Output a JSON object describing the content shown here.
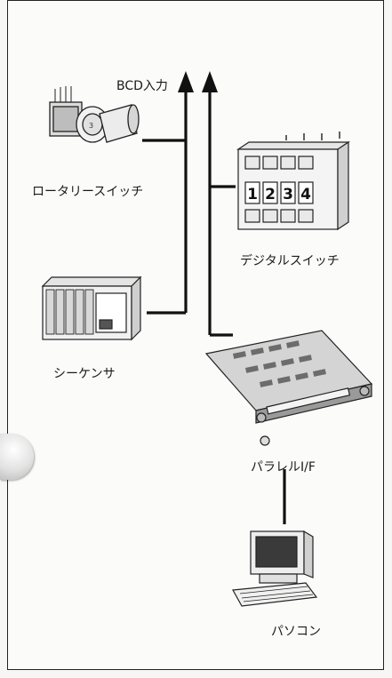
{
  "labels": {
    "bcd_input": "BCD入力",
    "rotary_switch": "ロータリースイッチ",
    "digital_switch": "デジタルスイッチ",
    "sequencer": "シーケンサ",
    "parallel_if": "パラレルI/F",
    "pc": "パソコン"
  },
  "digital_switch_digits": [
    "1",
    "2",
    "3",
    "4"
  ],
  "colors": {
    "line": "#111111",
    "frame": "#222222"
  }
}
